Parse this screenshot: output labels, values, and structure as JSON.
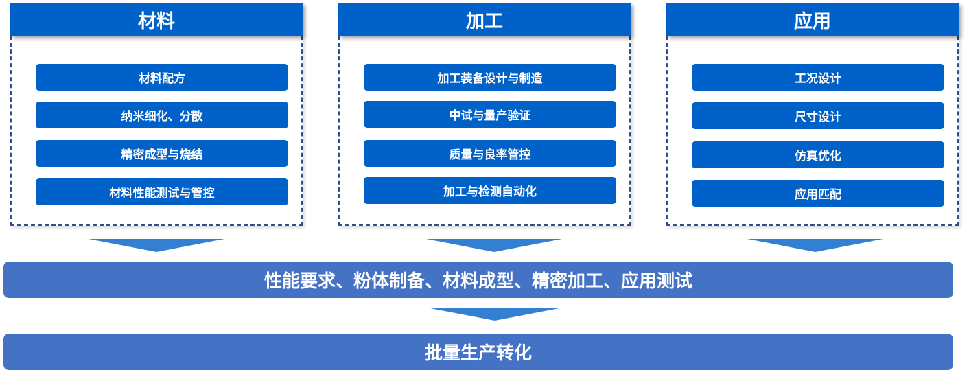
{
  "columns": [
    {
      "title": "材料",
      "items": [
        "材料配方",
        "纳米细化、分散",
        "精密成型与烧结",
        "材料性能测试与管控"
      ]
    },
    {
      "title": "加工",
      "items": [
        "加工装备设计与制造",
        "中试与量产验证",
        "质量与良率管控",
        "加工与检测自动化"
      ]
    },
    {
      "title": "应用",
      "items": [
        "工况设计",
        "尺寸设计",
        "仿真优化",
        "应用匹配"
      ]
    }
  ],
  "summary": "性能要求、粉体制备、材料成型、精密加工、应用测试",
  "result": "批量生产转化"
}
